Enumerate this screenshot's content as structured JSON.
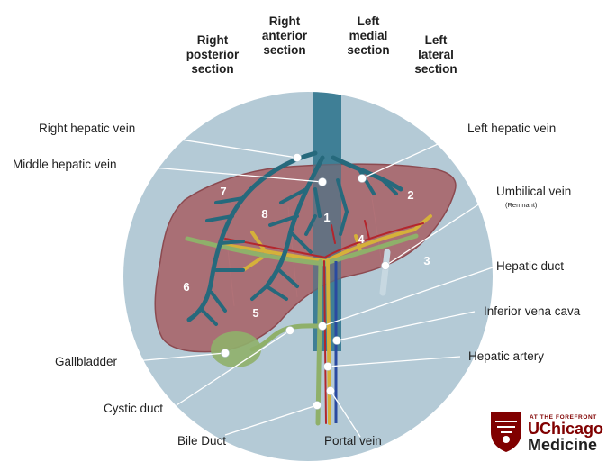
{
  "section_labels": {
    "right_posterior": [
      "Right",
      "posterior",
      "section"
    ],
    "right_anterior": [
      "Right",
      "anterior",
      "section"
    ],
    "left_medial": [
      "Left",
      "medial",
      "section"
    ],
    "left_lateral": [
      "Left",
      "lateral",
      "section"
    ]
  },
  "segments": {
    "s1": "1",
    "s2": "2",
    "s3": "3",
    "s4": "4",
    "s5": "5",
    "s6": "6",
    "s7": "7",
    "s8": "8"
  },
  "labels": {
    "right_hepatic_vein": "Right hepatic vein",
    "middle_hepatic_vein": "Middle hepatic vein",
    "left_hepatic_vein": "Left hepatic vein",
    "umbilical_vein": "Umbilical vein",
    "umbilical_vein_note": "(Remnant)",
    "hepatic_duct": "Hepatic duct",
    "inferior_vena_cava": "Inferior vena cava",
    "hepatic_artery": "Hepatic artery",
    "gallbladder": "Gallbladder",
    "cystic_duct": "Cystic duct",
    "bile_duct": "Bile Duct",
    "portal_vein": "Portal vein"
  },
  "logo": {
    "tagline": "AT THE FOREFRONT",
    "line1": "UChicago",
    "line2": "Medicine"
  },
  "colors": {
    "circle": "#b4cad6",
    "liver": "#a65a5f",
    "hepatic_vein": "#26697c",
    "portal_vein": "#d5b13a",
    "hepatic_artery": "#b3262d",
    "bile_duct": "#8fb06a",
    "vena_cava": "#2a4aa0",
    "brand": "#800000"
  }
}
